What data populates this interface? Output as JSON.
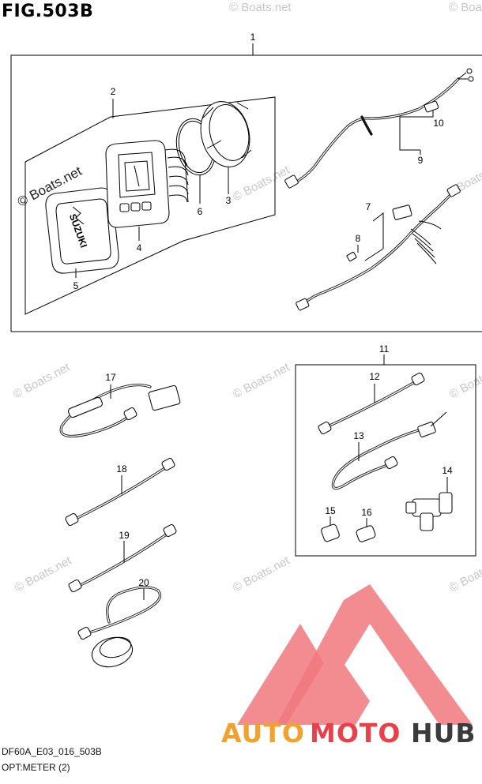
{
  "figure": {
    "title": "FIG.503B",
    "code": "DF60A_E03_016_503B",
    "subtitle": "OPT:METER (2)"
  },
  "watermark": {
    "text": "© Boats.net",
    "color": "#c8c8c8"
  },
  "meter_face": {
    "brand_text": "SUZUKI"
  },
  "logo": {
    "text_auto": "AUTO",
    "text_moto": "MOTO",
    "text_hub": "HUB",
    "color_auto": "#f2a12c",
    "color_moto": "#e8414b",
    "color_hub": "#3b3b3b",
    "triangle_color": "#f0787e"
  },
  "callouts": [
    "1",
    "2",
    "3",
    "4",
    "5",
    "6",
    "7",
    "8",
    "9",
    "10",
    "11",
    "12",
    "13",
    "14",
    "15",
    "16",
    "17",
    "18",
    "19",
    "20"
  ]
}
